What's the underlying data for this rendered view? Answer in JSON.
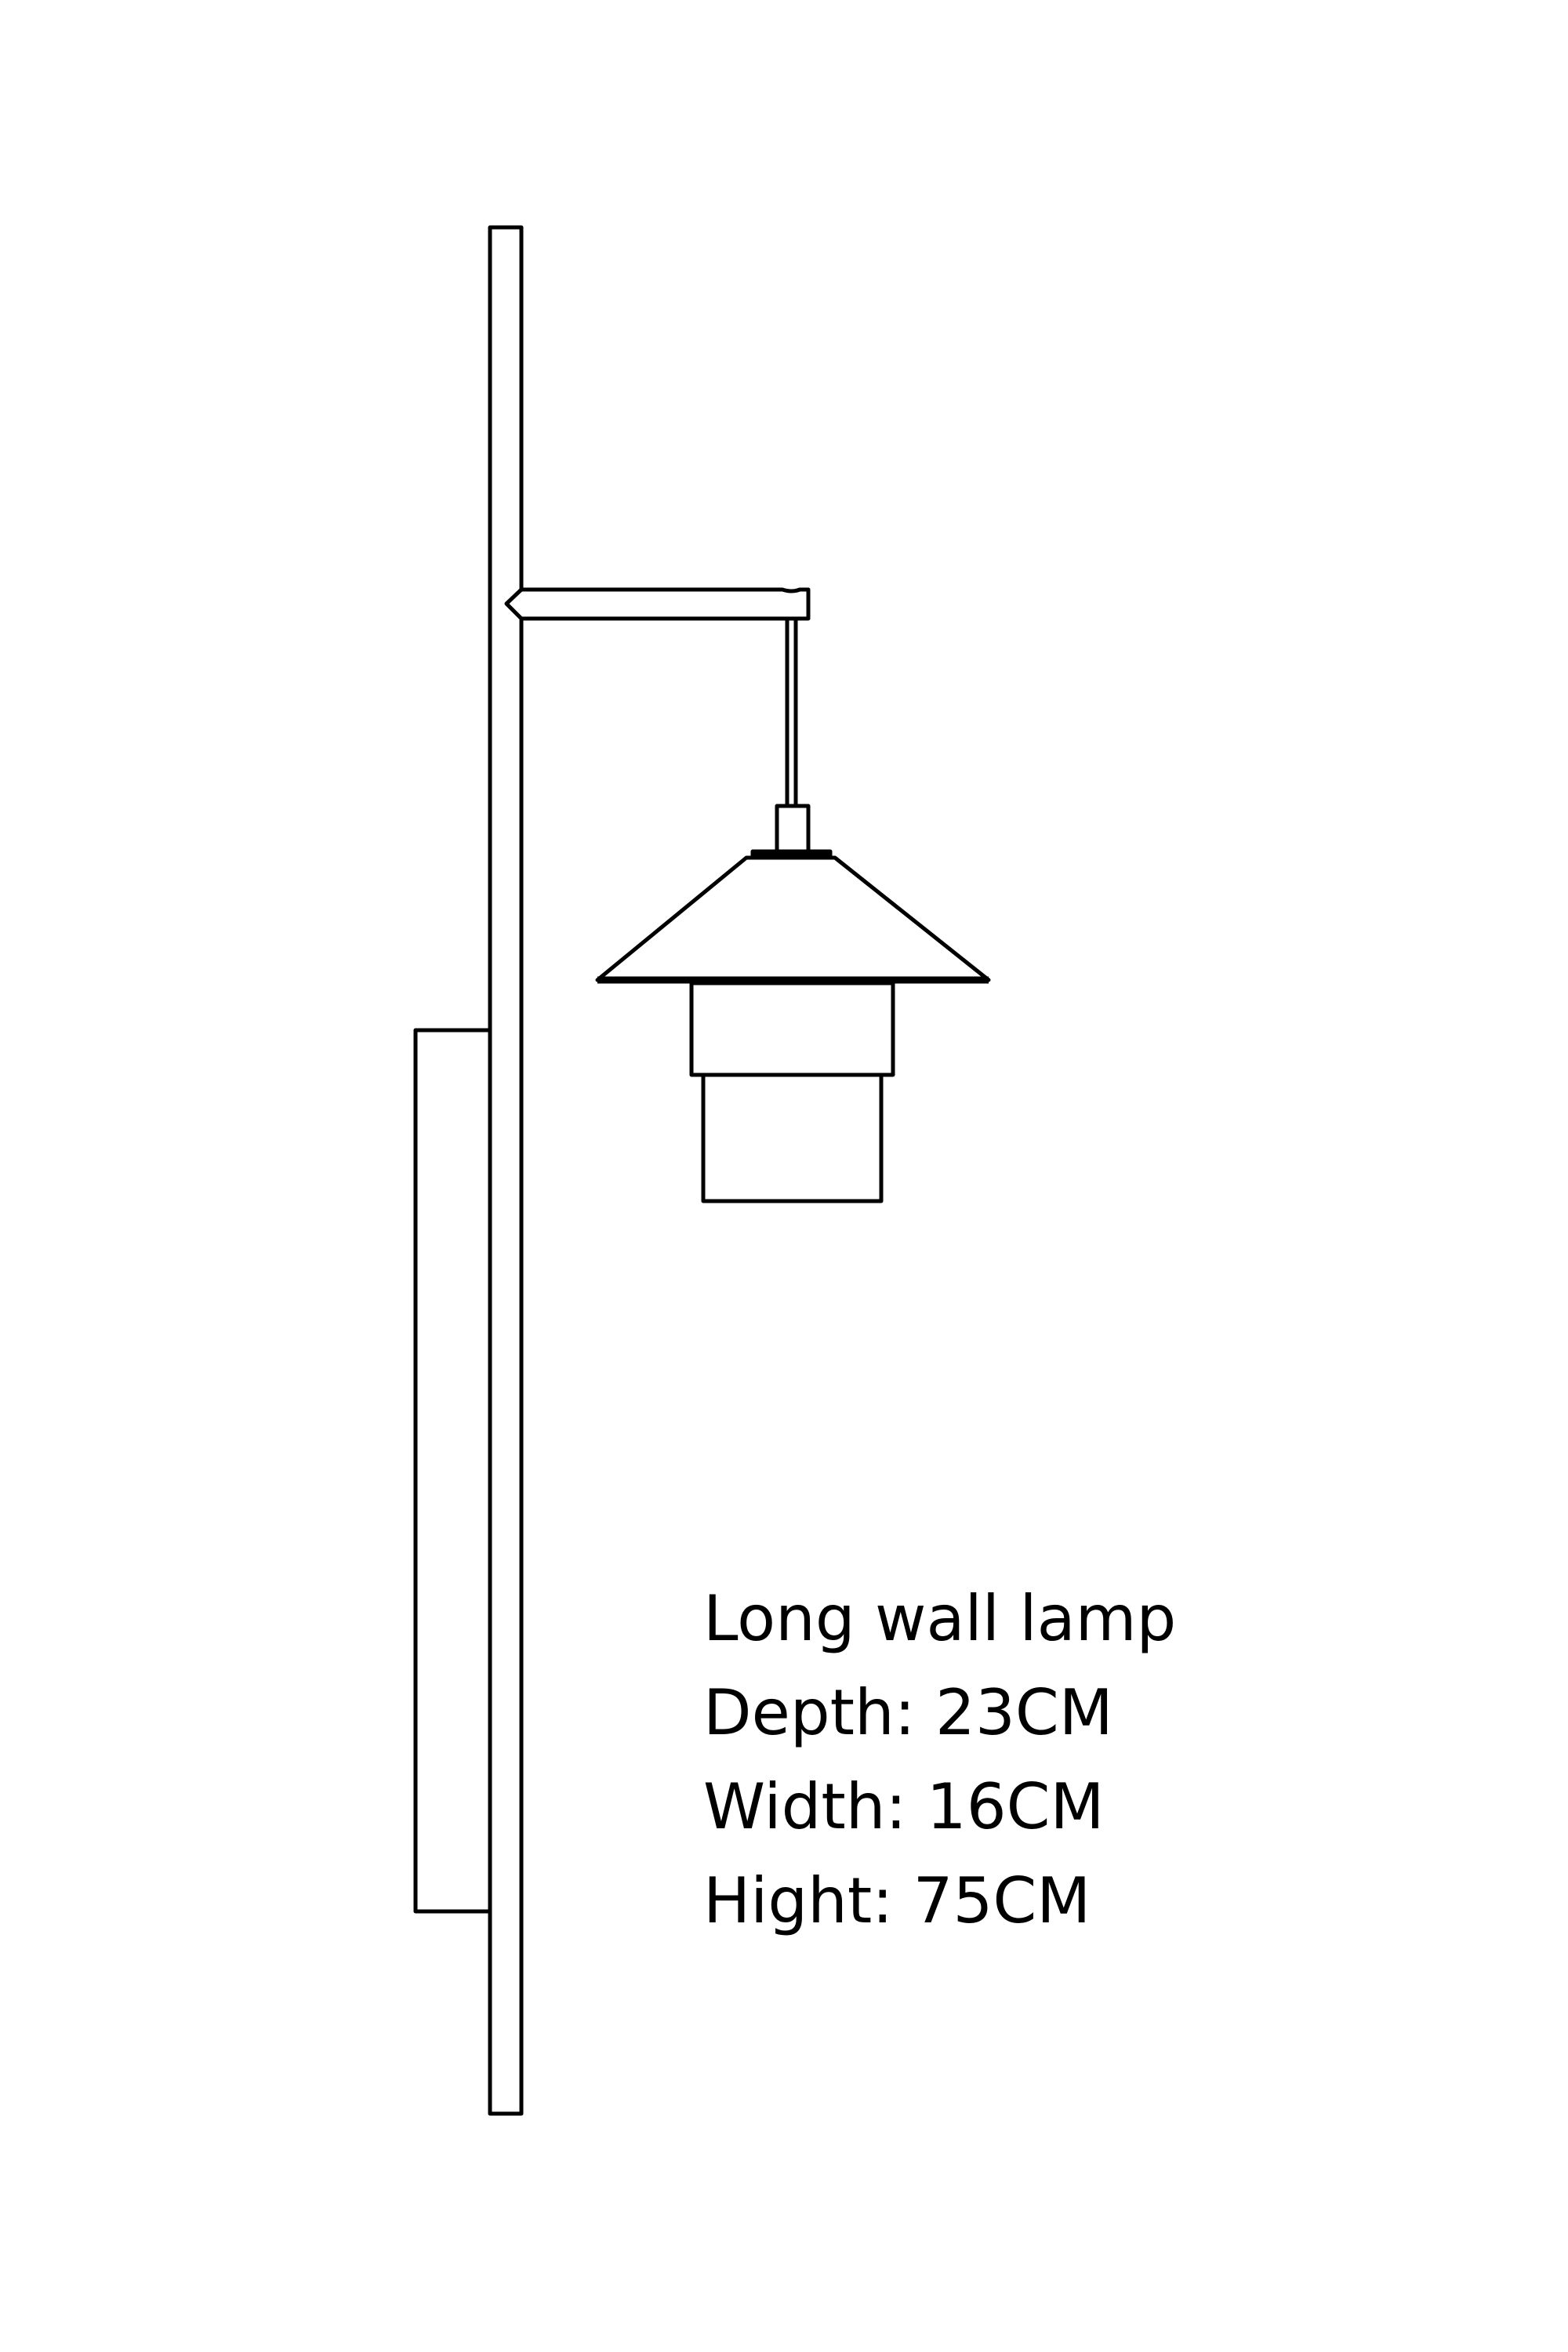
{
  "product": {
    "name": "Long wall lamp",
    "depth": "Depth: 23CM",
    "width": "Width: 16CM",
    "height": "Hight: 75CM"
  },
  "colors": {
    "line": "#000000",
    "background": "#ffffff"
  }
}
